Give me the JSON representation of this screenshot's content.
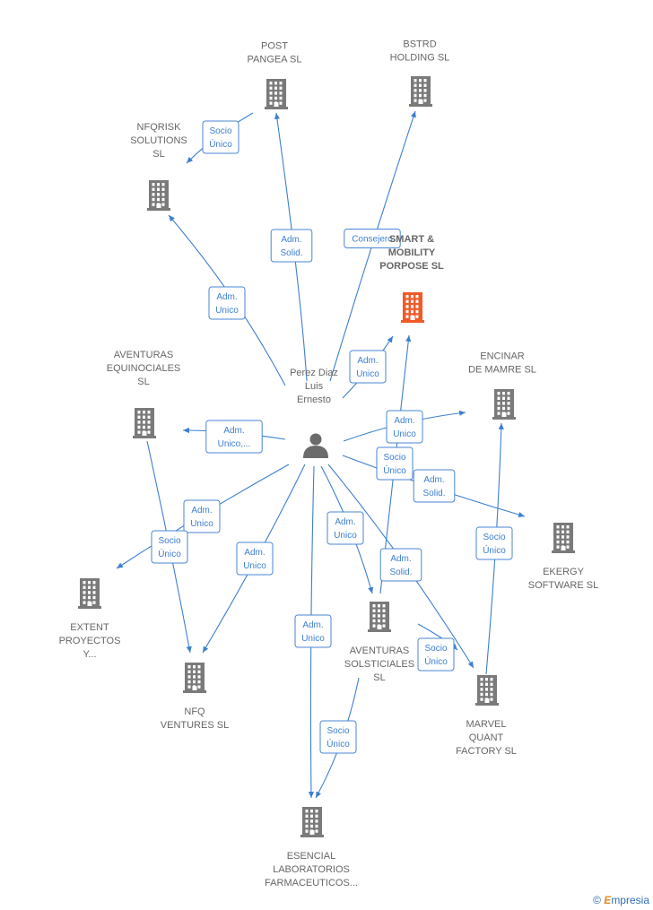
{
  "colors": {
    "company": "#7a7a7a",
    "highlight": "#f05a28",
    "person": "#6b6b6b",
    "edge": "#3d7fd1"
  },
  "person": {
    "id": "perez",
    "label": [
      "Perez Diaz",
      "Luis",
      "Ernesto"
    ],
    "icon": "person-icon"
  },
  "companies": [
    {
      "id": "post_pangea",
      "label": [
        "POST",
        "PANGEA  SL"
      ]
    },
    {
      "id": "bstrd",
      "label": [
        "BSTRD",
        "HOLDING  SL"
      ]
    },
    {
      "id": "nfqrisk",
      "label": [
        "NFQRISK",
        "SOLUTIONS",
        "SL"
      ]
    },
    {
      "id": "smart",
      "label": [
        "SMART &",
        "MOBILITY",
        "PORPOSE  SL"
      ],
      "highlight": true
    },
    {
      "id": "aventuras_eq",
      "label": [
        "AVENTURAS",
        "EQUINOCIALES",
        "SL"
      ]
    },
    {
      "id": "encinar",
      "label": [
        "ENCINAR",
        "DE MAMRE  SL"
      ]
    },
    {
      "id": "ekergy",
      "label": [
        "EKERGY",
        "SOFTWARE  SL"
      ]
    },
    {
      "id": "extent",
      "label": [
        "EXTENT",
        "PROYECTOS",
        "Y..."
      ]
    },
    {
      "id": "aventuras_sol",
      "label": [
        "AVENTURAS",
        "SOLSTICIALES",
        "SL"
      ]
    },
    {
      "id": "marvel",
      "label": [
        "MARVEL",
        "QUANT",
        "FACTORY SL"
      ]
    },
    {
      "id": "nfq_ventures",
      "label": [
        "NFQ",
        "VENTURES  SL"
      ]
    },
    {
      "id": "esencial",
      "label": [
        "ESENCIAL",
        "LABORATORIOS",
        "FARMACEUTICOS..."
      ]
    }
  ],
  "edges": [
    {
      "from": "perez",
      "to": "post_pangea",
      "label": [
        "Adm.",
        "Solid."
      ]
    },
    {
      "from": "perez",
      "to": "bstrd",
      "label": [
        "Consejero"
      ]
    },
    {
      "from": "perez",
      "to": "nfqrisk",
      "label": [
        "Adm.",
        "Unico"
      ]
    },
    {
      "from": "perez",
      "to": "smart",
      "label": [
        "Adm.",
        "Unico"
      ]
    },
    {
      "from": "perez",
      "to": "aventuras_eq",
      "label": [
        "Adm.",
        "Unico,..."
      ]
    },
    {
      "from": "perez",
      "to": "encinar",
      "label": [
        "Adm.",
        "Unico"
      ]
    },
    {
      "from": "perez",
      "to": "ekergy",
      "label": [
        "Adm.",
        "Solid."
      ]
    },
    {
      "from": "perez",
      "to": "extent",
      "label": [
        "Adm.",
        "Unico"
      ]
    },
    {
      "from": "perez",
      "to": "nfq_ventures",
      "label": [
        "Adm.",
        "Unico"
      ]
    },
    {
      "from": "perez",
      "to": "aventuras_sol",
      "label": [
        "Adm.",
        "Unico"
      ]
    },
    {
      "from": "perez",
      "to": "marvel",
      "label": [
        "Adm.",
        "Solid."
      ]
    },
    {
      "from": "perez",
      "to": "esencial",
      "label": [
        "Adm.",
        "Unico"
      ]
    },
    {
      "from": "post_pangea",
      "to": "nfqrisk",
      "label": [
        "Socio",
        "Único"
      ]
    },
    {
      "from": "aventuras_sol",
      "to": "smart",
      "label": [
        "Socio",
        "Único"
      ]
    },
    {
      "from": "aventuras_eq",
      "to": "nfq_ventures",
      "label": [
        "Socio",
        "Único"
      ]
    },
    {
      "from": "marvel",
      "to": "encinar",
      "label": [
        "Socio",
        "Único"
      ]
    },
    {
      "from": "aventuras_sol",
      "to": "marvel",
      "label": [
        "Socio",
        "Único"
      ]
    },
    {
      "from": "aventuras_sol",
      "to": "esencial",
      "label": [
        "Socio",
        "Único"
      ]
    }
  ],
  "credit": {
    "symbol": "©",
    "brand_initial": "E",
    "brand_rest": "mpresia"
  }
}
